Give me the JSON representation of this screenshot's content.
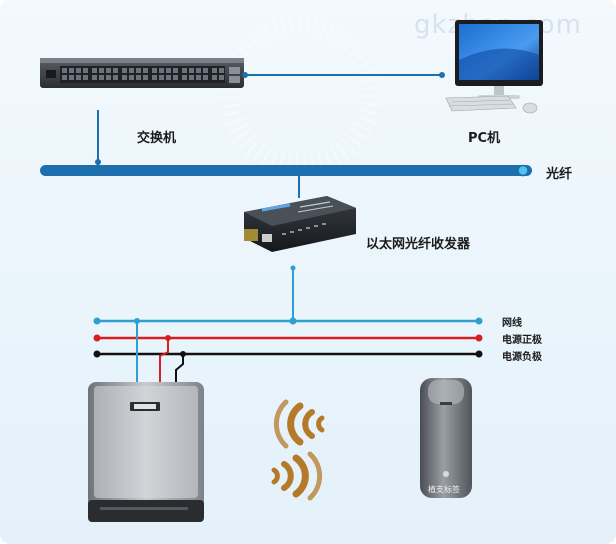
{
  "watermark": "gkzhan.com",
  "labels": {
    "switch": "交换机",
    "pc": "PC机",
    "fiber": "光纤",
    "converter": "以太网光纤收发器",
    "network_cable": "网线",
    "power_positive": "电源正极",
    "power_negative": "电源负极",
    "tag": "植支标签"
  },
  "colors": {
    "fiber": "#1d6fae",
    "network_cable": "#2e9fd0",
    "power_positive": "#d81e1e",
    "power_negative": "#111111",
    "wave": "#b47a2a"
  }
}
